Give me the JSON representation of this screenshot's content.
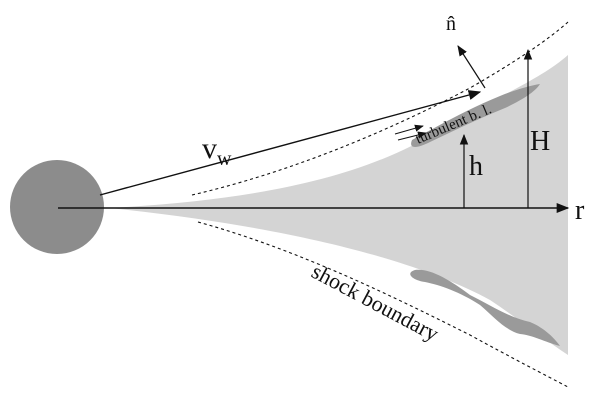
{
  "labels": {
    "normal": "n̂",
    "wind_velocity_main": "v",
    "wind_velocity_sub": "w",
    "turbulent_layer": "turbulent b. l.",
    "disk_height": "h",
    "shock_height": "H",
    "radius_axis": "r",
    "shock_boundary": "shock boundary"
  },
  "colors": {
    "star": "#8c8c8c",
    "disk": "#d4d4d4",
    "turbulent_layer": "#9a9a9a",
    "line": "#111111"
  }
}
